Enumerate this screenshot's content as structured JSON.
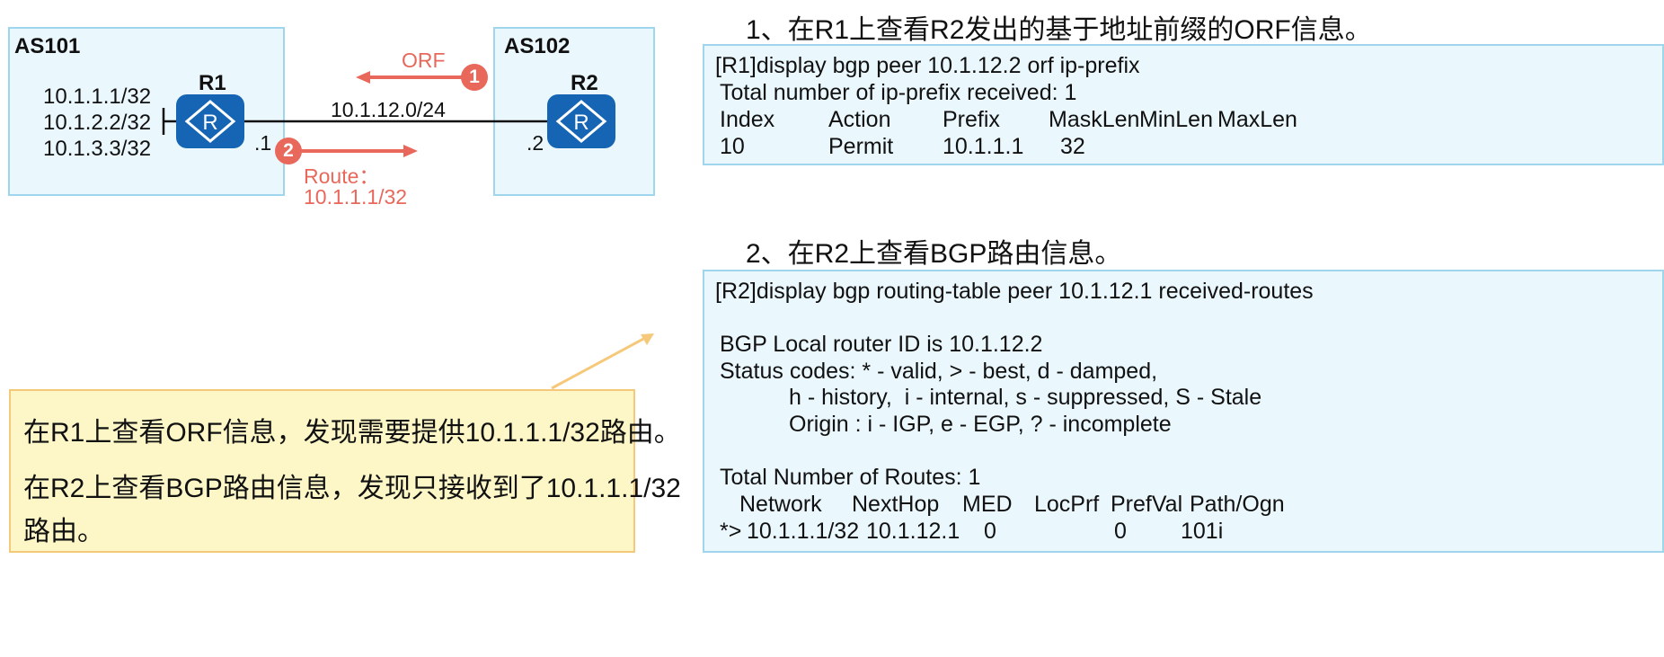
{
  "topology": {
    "as101": {
      "label": "AS101",
      "router": "R1",
      "interface_suffix": ".1",
      "prefixes": [
        "10.1.1.1/32",
        "10.1.2.2/32",
        "10.1.3.3/32"
      ]
    },
    "as102": {
      "label": "AS102",
      "router": "R2",
      "interface_suffix": ".2"
    },
    "link_subnet": "10.1.12.0/24",
    "orf": {
      "step": "1",
      "label": "ORF"
    },
    "route": {
      "step": "2",
      "label": "Route：",
      "prefix": "10.1.1.1/32"
    },
    "router_icon_letter": "R",
    "colors": {
      "accent": "#e8685c",
      "router": "#1565b4",
      "box_border": "#9fd6ee",
      "box_fill": "#eaf7fd",
      "note_fill": "#fdf7c8",
      "note_border": "#f6c97a"
    }
  },
  "section1": {
    "heading": "1、在R1上查看R2发出的基于地址前缀的ORF信息。",
    "command": "[R1]display bgp peer 10.1.12.2 orf ip-prefix",
    "total": "Total number of ip-prefix received: 1",
    "headers": [
      "Index",
      "Action",
      "Prefix",
      "MaskLen",
      "MinLen",
      "MaxLen"
    ],
    "row": [
      "10",
      "Permit",
      "10.1.1.1",
      "32"
    ]
  },
  "section2": {
    "heading": "2、在R2上查看BGP路由信息。",
    "command": "[R2]display bgp routing-table peer 10.1.12.1 received-routes",
    "router_id": "BGP Local router ID is 10.1.12.2",
    "status_codes": "Status codes: * - valid, > - best, d - damped,",
    "status_codes_2": "h - history,  i - internal, s - suppressed, S - Stale",
    "origin": "Origin : i - IGP, e - EGP, ? - incomplete",
    "total": "Total Number of Routes: 1",
    "headers": [
      "Network",
      "NextHop",
      "MED",
      "LocPrf",
      "PrefVal",
      "Path/Ogn"
    ],
    "row_prefix": "*>",
    "row": [
      "10.1.1.1/32",
      "10.1.12.1",
      "0",
      "0",
      "101i"
    ]
  },
  "note": {
    "line1": "在R1上查看ORF信息，发现需要提供10.1.1.1/32路由。",
    "line2": "在R2上查看BGP路由信息，发现只接收到了10.1.1.1/32",
    "line3": "路由。"
  }
}
